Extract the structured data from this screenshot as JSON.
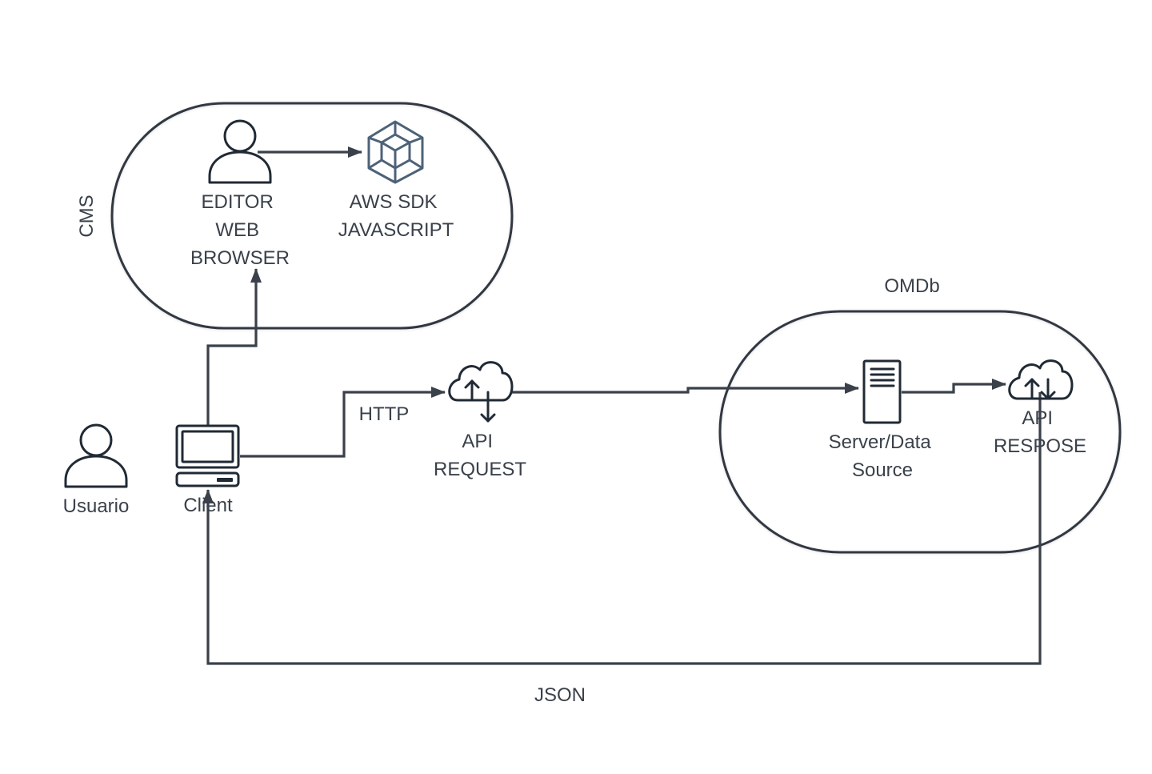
{
  "groups": {
    "cms": "CMS",
    "omdb": "OMDb"
  },
  "nodes": {
    "editor": [
      "EDITOR",
      "WEB",
      "BROWSER"
    ],
    "aws_sdk": [
      "AWS SDK",
      "JAVASCRIPT"
    ],
    "usuario": "Usuario",
    "client": "Client",
    "api_request": [
      "API",
      "REQUEST"
    ],
    "server": [
      "Server/Data",
      "Source"
    ],
    "api_response": [
      "API",
      "RESPOSE"
    ]
  },
  "edges": {
    "http": "HTTP",
    "json": "JSON"
  },
  "icons": {
    "editor": "user-icon",
    "aws_sdk": "cube-icon",
    "usuario": "user-icon",
    "client": "computer-terminal-icon",
    "api_request": "cloud-upload-download-icon",
    "server": "server-icon",
    "api_response": "cloud-upload-download-icon"
  },
  "colors": {
    "stroke": "#3a414a",
    "icon": "#202a35",
    "aws_icon": "#4d6278",
    "text": "#3a414a"
  }
}
